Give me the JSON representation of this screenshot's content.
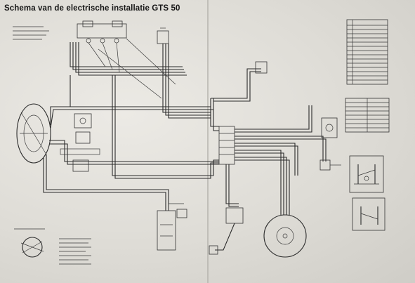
{
  "page": {
    "title": "Schema van de electrische installatie GTS 50"
  },
  "colors": {
    "paper": "#e3e1dc",
    "ink": "#222222"
  },
  "diagram": {
    "type": "wiring-schematic",
    "components": [
      "headlight",
      "handlebar-switch",
      "ignition-switch",
      "connector-block",
      "ignition-coil",
      "flywheel-magneto",
      "rear-light",
      "indicator-unit",
      "parts-legend-table",
      "color-code-table",
      "switch-position-diagram",
      "brake-switch-detail"
    ]
  }
}
